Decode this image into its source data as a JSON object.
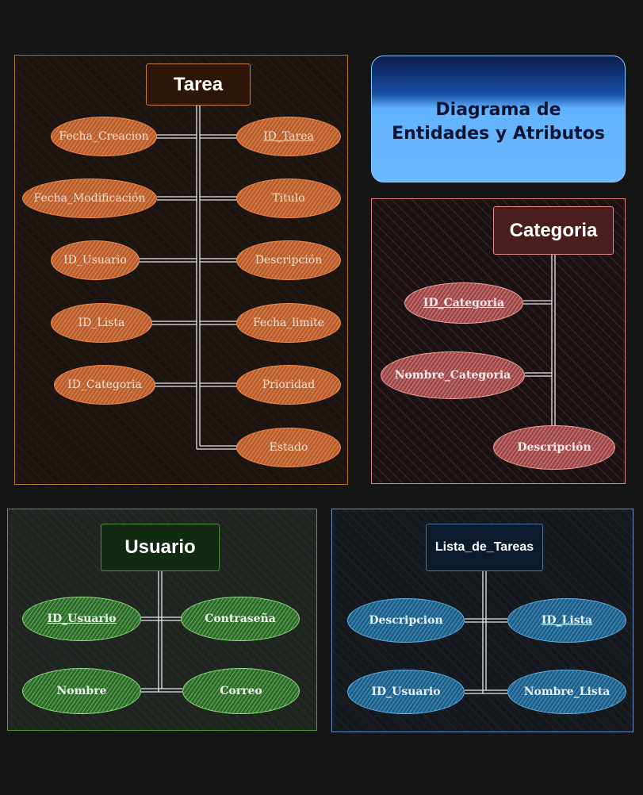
{
  "title": {
    "line1": "Diagrama de",
    "line2": "Entidades y Atributos"
  },
  "tarea": {
    "title": "Tarea",
    "left": [
      "Fecha_Creacion",
      "Fecha_Modificación",
      "ID_Usuario",
      "ID_Lista",
      "ID_Categoria"
    ],
    "right": [
      "ID_Tarea",
      "Titulo",
      "Descripción",
      "Fecha_limite",
      "Prioridad",
      "Estado"
    ],
    "primary_key": "ID_Tarea"
  },
  "categoria": {
    "title": "Categoria",
    "attrs": [
      "ID_Categoria",
      "Nombre_Categoria",
      "Descripción"
    ],
    "primary_key": "ID_Categoria"
  },
  "usuario": {
    "title": "Usuario",
    "attrs": [
      "ID_Usuario",
      "Contraseña",
      "Nombre",
      "Correo"
    ],
    "primary_key": "ID_Usuario"
  },
  "lista": {
    "title": "Lista_de_Tareas",
    "attrs": [
      "Descripcion",
      "ID_Lista",
      "ID_Usuario",
      "Nombre_Lista"
    ],
    "primary_key": "ID_Lista"
  },
  "colors": {
    "tarea": "#f28a4f",
    "categoria": "#f3a3a3",
    "usuario": "#8ee07e",
    "lista": "#5eb5ec",
    "title_box": "#62b3ff"
  }
}
